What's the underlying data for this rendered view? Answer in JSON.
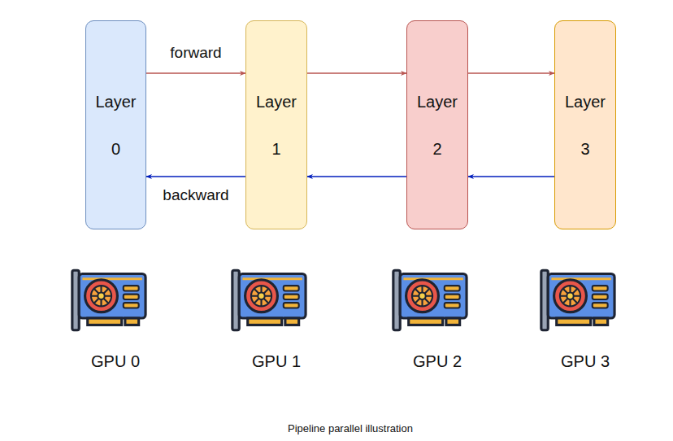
{
  "diagram": {
    "caption": "Pipeline parallel illustration",
    "nodes": [
      {
        "text": [
          "Layer 0"
        ]
      },
      {
        "text": [
          "Layer 1"
        ]
      },
      {
        "text": [
          "Layer 2"
        ]
      },
      {
        "text": [
          "Layer 3"
        ]
      }
    ],
    "edges": [
      {
        "from": 0,
        "to": 1,
        "arrow": "to",
        "label": "forward"
      },
      {
        "from": 1,
        "to": 2,
        "arrow": "to"
      },
      {
        "from": 2,
        "to": 3,
        "arrow": "to"
      },
      {
        "from": 3,
        "to": 2,
        "arrow": "to"
      },
      {
        "from": 2,
        "to": 1,
        "arrow": "to"
      },
      {
        "from": 1,
        "to": 0,
        "arrow": "to",
        "label": "backward"
      }
    ],
    "labels": [
      "GPU 0",
      "GPU 1",
      "GPU 2",
      "GPU 3"
    ]
  }
}
